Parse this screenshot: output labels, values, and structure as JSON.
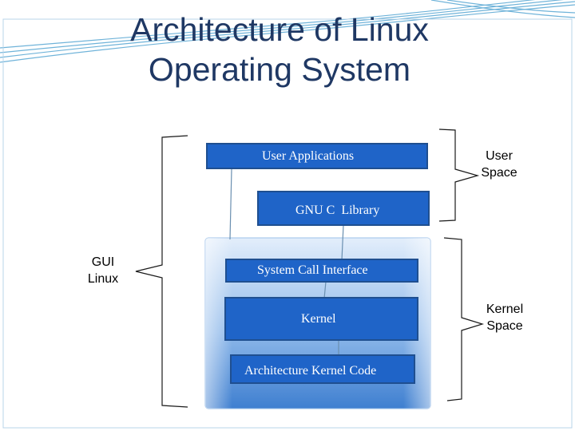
{
  "title": {
    "line1": "Architecture of Linux",
    "line2": "Operating System"
  },
  "layers": {
    "user_applications": "User Applications",
    "gnu_c_library": "GNU C  Library",
    "system_call_interface": "System Call Interface",
    "kernel": "Kernel",
    "architecture_kernel_code": "Architecture Kernel Code"
  },
  "labels": {
    "gui_linux": {
      "line1": "GUI",
      "line2": "Linux"
    },
    "user_space": {
      "line1": "User",
      "line2": "Space"
    },
    "kernel_space": {
      "line1": "Kernel",
      "line2": "Space"
    }
  },
  "colors": {
    "box_fill": "#1f64c8",
    "box_border": "#1f4f90",
    "kernel_region": "#4f8fd8",
    "title": "#1f3864",
    "accent_lines": "#6fb3d9"
  }
}
